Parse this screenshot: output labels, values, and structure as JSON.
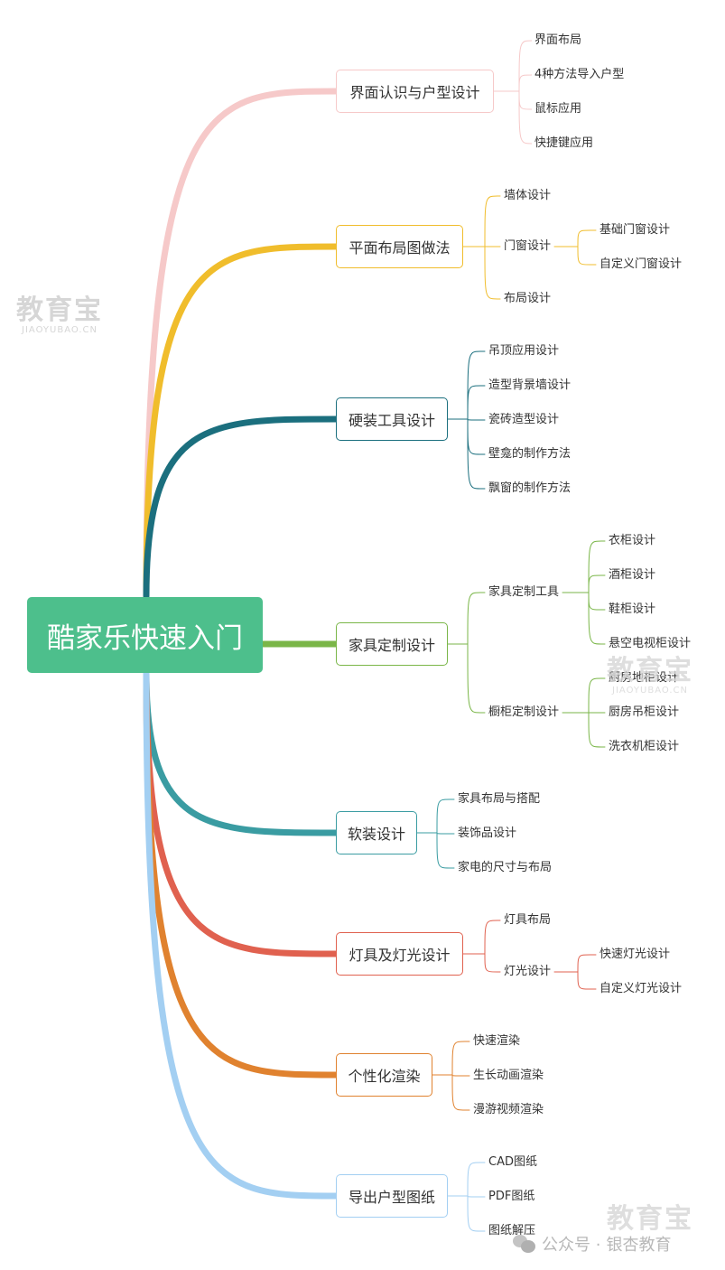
{
  "root": {
    "label": "酷家乐快速入门",
    "color": "#4dbf8c"
  },
  "branches": [
    {
      "label": "界面认识与户型设计",
      "color": "#f6c9c9",
      "children": [
        {
          "label": "界面布局"
        },
        {
          "label": "4种方法导入户型"
        },
        {
          "label": "鼠标应用"
        },
        {
          "label": "快捷键应用"
        }
      ]
    },
    {
      "label": "平面布局图做法",
      "color": "#f0bd2c",
      "children": [
        {
          "label": "墙体设计"
        },
        {
          "label": "门窗设计",
          "children": [
            {
              "label": "基础门窗设计"
            },
            {
              "label": "自定义门窗设计"
            }
          ]
        },
        {
          "label": "布局设计"
        }
      ]
    },
    {
      "label": "硬装工具设计",
      "color": "#1b6f7e",
      "children": [
        {
          "label": "吊顶应用设计"
        },
        {
          "label": "造型背景墙设计"
        },
        {
          "label": "瓷砖造型设计"
        },
        {
          "label": "壁龛的制作方法"
        },
        {
          "label": "飘窗的制作方法"
        }
      ]
    },
    {
      "label": "家具定制设计",
      "color": "#7ab648",
      "children": [
        {
          "label": "家具定制工具",
          "children": [
            {
              "label": "衣柜设计"
            },
            {
              "label": "酒柜设计"
            },
            {
              "label": "鞋柜设计"
            },
            {
              "label": "悬空电视柜设计"
            }
          ]
        },
        {
          "label": "橱柜定制设计",
          "children": [
            {
              "label": "厨房地柜设计"
            },
            {
              "label": "厨房吊柜设计"
            },
            {
              "label": "洗衣机柜设计"
            }
          ]
        }
      ]
    },
    {
      "label": "软装设计",
      "color": "#3a9ca2",
      "children": [
        {
          "label": "家具布局与搭配"
        },
        {
          "label": "装饰品设计"
        },
        {
          "label": "家电的尺寸与布局"
        }
      ]
    },
    {
      "label": "灯具及灯光设计",
      "color": "#e0614f",
      "children": [
        {
          "label": "灯具布局"
        },
        {
          "label": "灯光设计",
          "children": [
            {
              "label": "快速灯光设计"
            },
            {
              "label": "自定义灯光设计"
            }
          ]
        }
      ]
    },
    {
      "label": "个性化渲染",
      "color": "#e0822f",
      "children": [
        {
          "label": "快速渲染"
        },
        {
          "label": "生长动画渲染"
        },
        {
          "label": "漫游视频渲染"
        }
      ]
    },
    {
      "label": "导出户型图纸",
      "color": "#a3cff2",
      "children": [
        {
          "label": "CAD图纸"
        },
        {
          "label": "PDF图纸"
        },
        {
          "label": "图纸解压"
        }
      ]
    }
  ],
  "watermark": {
    "title": "教育宝",
    "domain": "JIAOYUBAO.CN"
  },
  "footer": {
    "prefix": "公众号 ·",
    "account": "银杏教育"
  }
}
